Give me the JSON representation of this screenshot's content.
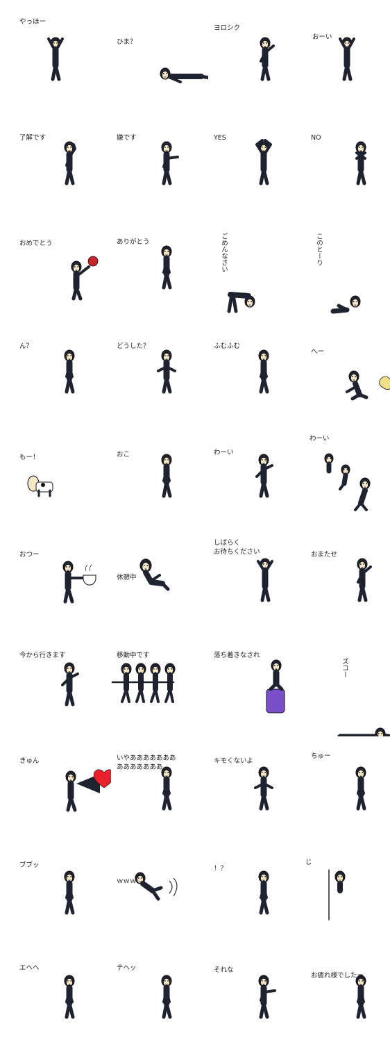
{
  "palette": {
    "suit": "#1f2330",
    "face": "#f6e7c8",
    "outline": "#111111",
    "heart": "#e8212d",
    "cushion": "#7b4fc9",
    "puff": "#f2e08a",
    "bouquet": "#c4272d"
  },
  "stickers": [
    {
      "label": "やっほー",
      "pose": "cheer",
      "cap": [
        28,
        33
      ]
    },
    {
      "label": "ひま？",
      "pose": "lie",
      "cap": [
        168,
        62
      ]
    },
    {
      "label": "ヨロシク",
      "pose": "wave",
      "cap": [
        308,
        42
      ]
    },
    {
      "label": "おーい",
      "pose": "cheer",
      "cap": [
        450,
        55
      ]
    },
    {
      "label": "了解です",
      "pose": "salute",
      "cap": [
        28,
        200
      ]
    },
    {
      "label": "嫌です",
      "pose": "refuse",
      "cap": [
        168,
        200
      ]
    },
    {
      "label": "YES",
      "pose": "circle",
      "cap": [
        308,
        200
      ]
    },
    {
      "label": "NO",
      "pose": "cross",
      "cap": [
        448,
        200
      ]
    },
    {
      "label": "おめでとう",
      "pose": "flowers",
      "cap": [
        28,
        352
      ]
    },
    {
      "label": "ありがとう",
      "pose": "thanks",
      "cap": [
        168,
        350
      ]
    },
    {
      "label": "ごめんなさい",
      "pose": "bow",
      "cap": [
        316,
        343
      ],
      "vertical": true
    },
    {
      "label": "このとーり",
      "pose": "kneel",
      "cap": [
        453,
        343
      ],
      "vertical": true
    },
    {
      "label": "ん？",
      "pose": "stand",
      "cap": [
        28,
        500
      ]
    },
    {
      "label": "どうした？",
      "pose": "shrug",
      "cap": [
        168,
        500
      ]
    },
    {
      "label": "ふむふむ",
      "pose": "think",
      "cap": [
        308,
        500
      ]
    },
    {
      "label": "へー",
      "pose": "crouch",
      "cap": [
        448,
        508
      ]
    },
    {
      "label": "もー！",
      "pose": "cow",
      "cap": [
        28,
        660
      ]
    },
    {
      "label": "おこ",
      "pose": "angry",
      "cap": [
        168,
        656
      ]
    },
    {
      "label": "わーい",
      "pose": "run",
      "cap": [
        308,
        653
      ]
    },
    {
      "label": "わーい",
      "pose": "multi",
      "cap": [
        446,
        633
      ]
    },
    {
      "label": "おつー",
      "pose": "tea",
      "cap": [
        28,
        800
      ]
    },
    {
      "label": "休憩中",
      "pose": "rest",
      "cap": [
        168,
        833
      ]
    },
    {
      "label": "しばらく\nお待ちください",
      "pose": "hold",
      "cap": [
        308,
        783
      ]
    },
    {
      "label": "おまたせ",
      "pose": "wave",
      "cap": [
        448,
        800
      ]
    },
    {
      "label": "今から行きます",
      "pose": "run",
      "cap": [
        28,
        945
      ]
    },
    {
      "label": "移動中です",
      "pose": "line",
      "cap": [
        168,
        945
      ]
    },
    {
      "label": "落ち着きなされ",
      "pose": "sit",
      "cap": [
        308,
        945
      ]
    },
    {
      "label": "ズコー",
      "pose": "flat",
      "cap": [
        490,
        955
      ],
      "vertical": true
    },
    {
      "label": "きゅん",
      "pose": "heart",
      "cap": [
        28,
        1097
      ]
    },
    {
      "label": "いやあああああああ\nあああああああ",
      "pose": "scream",
      "cap": [
        168,
        1093
      ]
    },
    {
      "label": "キモくないよ",
      "pose": "dance",
      "cap": [
        308,
        1097
      ]
    },
    {
      "label": "ちゅー",
      "pose": "kiss",
      "cap": [
        448,
        1090
      ]
    },
    {
      "label": "ブブッ",
      "pose": "stand",
      "cap": [
        28,
        1247
      ]
    },
    {
      "label": "ｗｗｗ",
      "pose": "roll",
      "cap": [
        168,
        1270
      ]
    },
    {
      "label": "！？",
      "pose": "startle",
      "cap": [
        308,
        1252
      ]
    },
    {
      "label": "じ",
      "pose": "peek",
      "cap": [
        440,
        1243
      ]
    },
    {
      "label": "エヘヘ",
      "pose": "stand",
      "cap": [
        28,
        1395
      ]
    },
    {
      "label": "テヘッ",
      "pose": "think",
      "cap": [
        168,
        1395
      ]
    },
    {
      "label": "それな",
      "pose": "point",
      "cap": [
        308,
        1398
      ]
    },
    {
      "label": "お疲れ様でしたー",
      "pose": "bowsmall",
      "cap": [
        448,
        1406
      ]
    }
  ]
}
